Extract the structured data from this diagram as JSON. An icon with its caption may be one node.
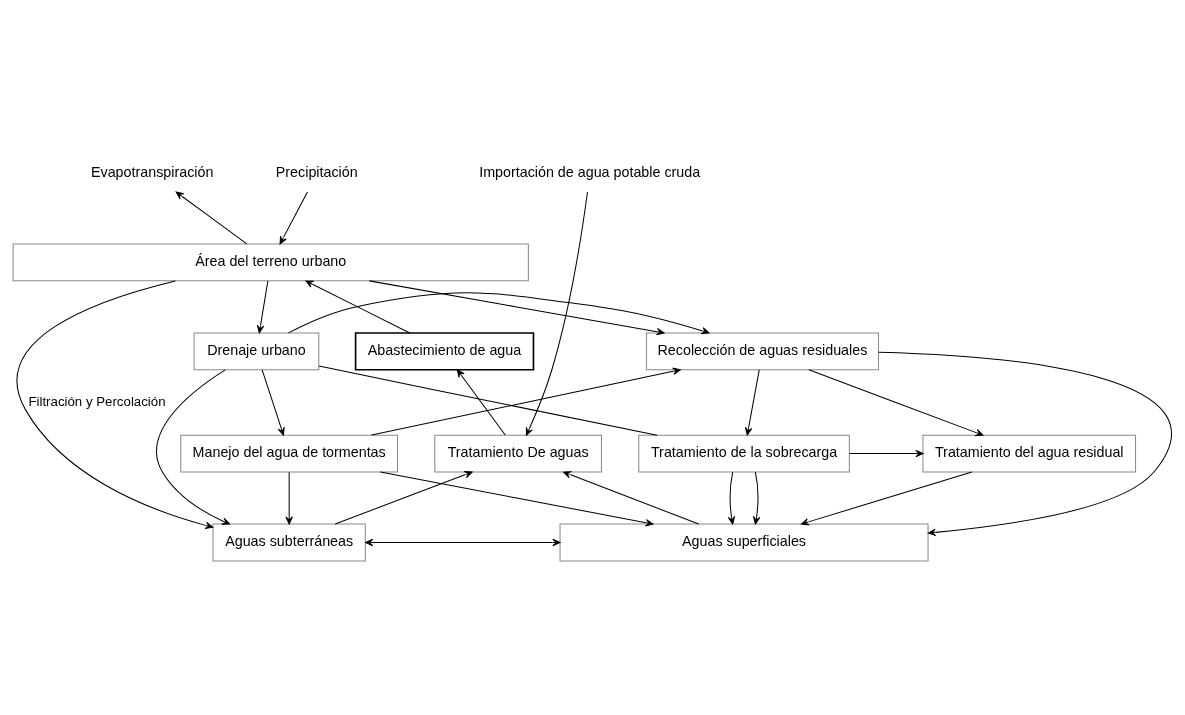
{
  "diagram": {
    "nodes": [
      {
        "text": [
          "Importación de agua potable cruda"
        ]
      },
      {
        "text": [
          "Precipitación"
        ]
      },
      {
        "text": [
          "Evapotranspiración"
        ]
      },
      {
        "text": [
          "Área del terreno urbano"
        ]
      },
      {
        "text": [
          "Abastecimiento de agua"
        ]
      },
      {
        "text": [
          "Drenaje urbano"
        ]
      },
      {
        "text": [
          "Recolección de aguas residuales"
        ]
      },
      {
        "text": [
          "Tratamiento De aguas"
        ]
      },
      {
        "text": [
          "Manejo del agua de tormentas"
        ]
      },
      {
        "text": [
          "Tratamiento de la sobrecarga"
        ]
      },
      {
        "text": [
          "Tratamiento del agua residual"
        ]
      },
      {
        "text": [
          "Aguas subterráneas"
        ]
      },
      {
        "text": [
          "Aguas superficiales"
        ]
      }
    ],
    "edges": [
      {
        "from": 1,
        "to": 3,
        "arrow": "to"
      },
      {
        "from": 3,
        "to": 2,
        "arrow": "to"
      },
      {
        "from": 0,
        "to": 7,
        "arrow": "to"
      },
      {
        "from": 3,
        "to": 11,
        "arrow": "to",
        "label": "Filtración y Percolación"
      },
      {
        "from": 4,
        "to": 3,
        "arrow": "to"
      },
      {
        "from": 3,
        "to": 5,
        "arrow": "to"
      },
      {
        "from": 3,
        "to": 6,
        "arrow": "to"
      },
      {
        "from": 7,
        "to": 4,
        "arrow": "to"
      },
      {
        "from": 5,
        "to": 8,
        "arrow": "to"
      },
      {
        "from": 5,
        "to": 6,
        "arrow": "to"
      },
      {
        "from": 5,
        "to": 11,
        "arrow": "to"
      },
      {
        "from": 5,
        "to": 9,
        "arrow": "none"
      },
      {
        "from": 8,
        "to": 6,
        "arrow": "to"
      },
      {
        "from": 8,
        "to": 11,
        "arrow": "to"
      },
      {
        "from": 8,
        "to": 12,
        "arrow": "to"
      },
      {
        "from": 6,
        "to": 9,
        "arrow": "to"
      },
      {
        "from": 6,
        "to": 10,
        "arrow": "to"
      },
      {
        "from": 6,
        "to": 12,
        "arrow": "to"
      },
      {
        "from": 9,
        "to": 10,
        "arrow": "to"
      },
      {
        "from": 9,
        "to": 12,
        "arrow": "to"
      },
      {
        "from": 9,
        "to": 12,
        "arrow": "to"
      },
      {
        "from": 10,
        "to": 12,
        "arrow": "to"
      },
      {
        "from": 12,
        "to": 7,
        "arrow": "to"
      },
      {
        "from": 11,
        "to": 7,
        "arrow": "to"
      },
      {
        "from": 11,
        "to": 12,
        "arrow": "both"
      }
    ]
  }
}
